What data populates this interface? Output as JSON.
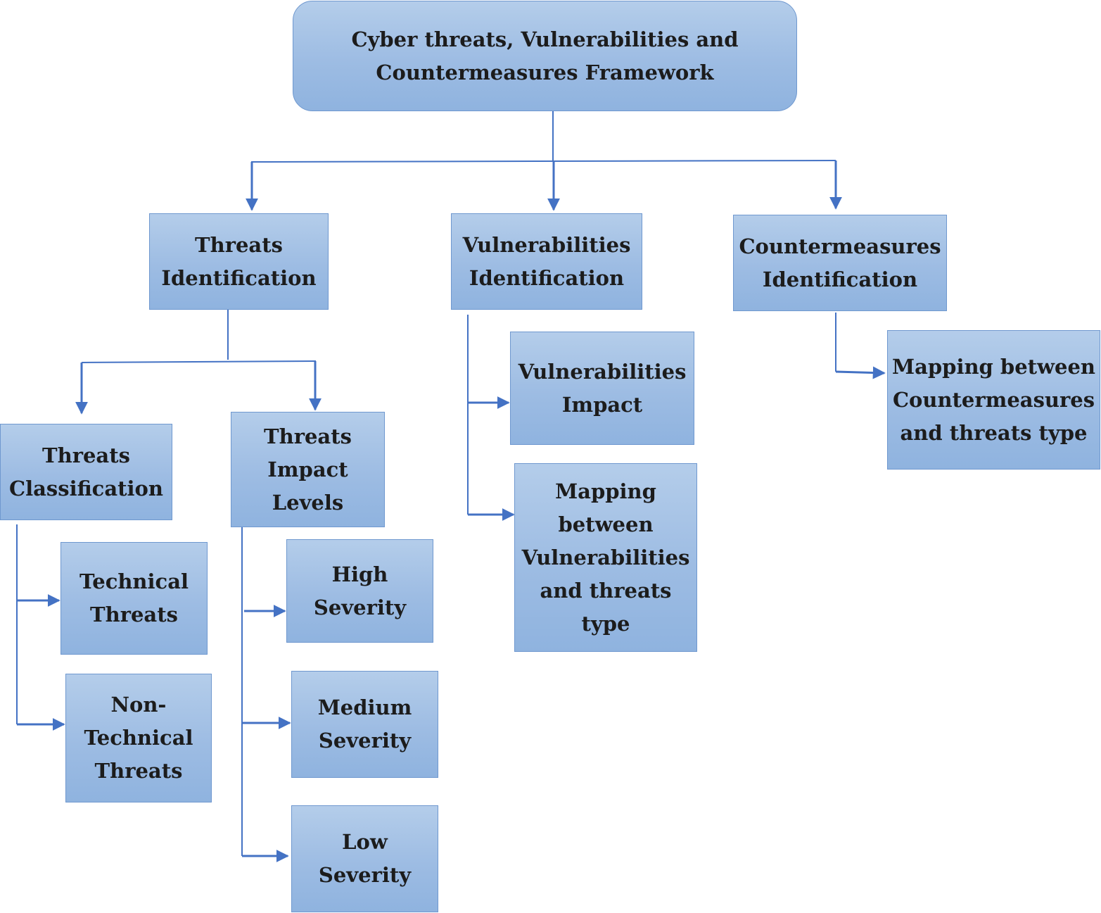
{
  "diagram": {
    "root": {
      "label": "Cyber threats, Vulnerabilities and\nCountermeasures Framework"
    },
    "threats_identification": {
      "label": "Threats\nIdentification"
    },
    "vulnerabilities_identification": {
      "label": "Vulnerabilities\nIdentification"
    },
    "countermeasures_identification": {
      "label": "Countermeasures\nIdentification"
    },
    "threats_classification": {
      "label": "Threats\nClassification"
    },
    "threats_impact_levels": {
      "label": "Threats\nImpact\nLevels"
    },
    "technical_threats": {
      "label": "Technical\nThreats"
    },
    "non_technical_threats": {
      "label": "Non-\nTechnical\nThreats"
    },
    "high_severity": {
      "label": "High\nSeverity"
    },
    "medium_severity": {
      "label": "Medium\nSeverity"
    },
    "low_severity": {
      "label": "Low\nSeverity"
    },
    "vulnerabilities_impact": {
      "label": "Vulnerabilities\nImpact"
    },
    "mapping_vulnerabilities": {
      "label": "Mapping\nbetween\nVulnerabilities\nand threats\ntype"
    },
    "mapping_countermeasures": {
      "label": "Mapping between\nCountermeasures\nand threats type"
    }
  },
  "colors": {
    "box_fill_top": "#b4cdea",
    "box_fill_bottom": "#8fb3df",
    "box_border": "#6f98cf",
    "connector": "#4472c4",
    "text": "#1c1c1c"
  }
}
